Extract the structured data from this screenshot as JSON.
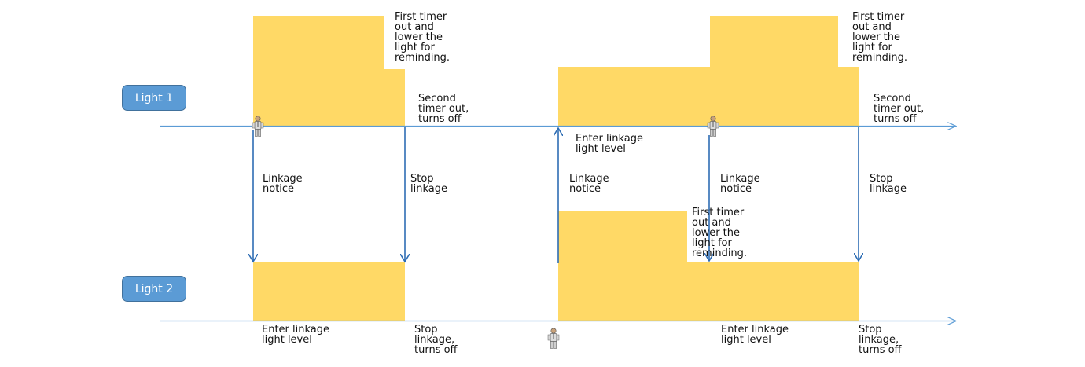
{
  "lights": {
    "light1": "Light 1",
    "light2": "Light 2"
  },
  "labels": {
    "first_timer_1": "First timer\nout and\nlower the\nlight for\nreminding.",
    "second_timer_1": "Second\ntimer out,\nturns off",
    "enter_linkage_top": "Enter linkage\nlight level",
    "first_timer_2": "First timer\nout and\nlower the\nlight for\nreminding.",
    "second_timer_2": "Second\ntimer out,\nturns off",
    "linkage_notice_1": "Linkage\nnotice",
    "stop_linkage_1": "Stop\nlinkage",
    "linkage_notice_2": "Linkage\nnotice",
    "linkage_notice_3": "Linkage\nnotice",
    "stop_linkage_2": "Stop\nlinkage",
    "first_timer_3": "First timer\nout and\nlower the\nlight for\nreminding.",
    "enter_linkage_1": "Enter linkage\nlight level",
    "stop_turns_off_1": "Stop\nlinkage,\nturns off",
    "enter_linkage_2": "Enter linkage\nlight level",
    "stop_turns_off_2": "Stop\nlinkage,\nturns off"
  },
  "colors": {
    "block": "#ffd966",
    "line": "#5b9bd5",
    "arrow": "#2e6db4",
    "tag": "#5b9bd5"
  },
  "icons": [
    "person-icon"
  ]
}
